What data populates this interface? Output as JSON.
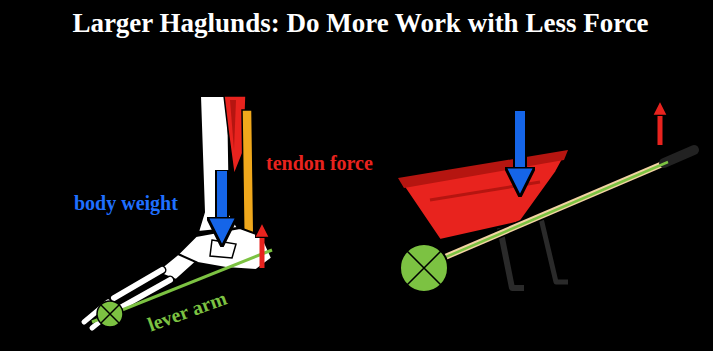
{
  "diagram": {
    "title": "Larger Haglunds: Do More Work with Less Force",
    "labels": [
      "tendon force",
      "body weight",
      "lever arm"
    ]
  }
}
